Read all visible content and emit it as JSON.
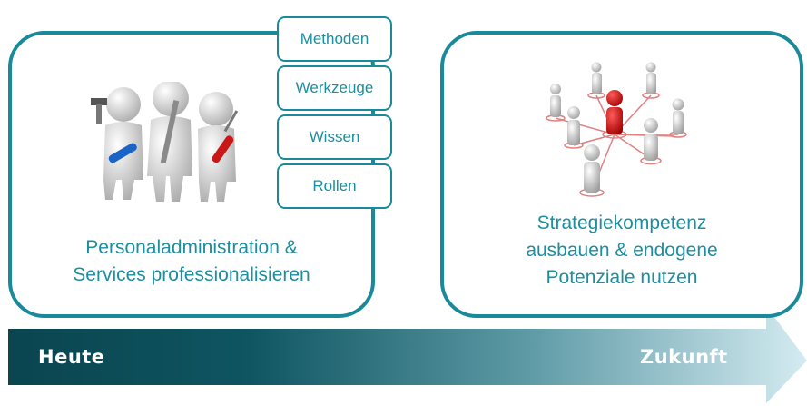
{
  "left_panel": {
    "text_lines": [
      "Personaladministration &",
      "Services professionalisieren"
    ],
    "illustration": "three-figures-with-tools"
  },
  "tags": [
    {
      "label": "Methoden"
    },
    {
      "label": "Werkzeuge"
    },
    {
      "label": "Wissen"
    },
    {
      "label": "Rollen"
    }
  ],
  "right_panel": {
    "text_lines": [
      "Strategiekompetenz",
      "ausbauen & endogene",
      "Potenziale nutzen"
    ],
    "illustration": "people-network-red-leader"
  },
  "timeline": {
    "start_label": "Heute",
    "end_label": "Zukunft"
  },
  "colors": {
    "accent": "#1a8a9a",
    "text": "#1b8fa1",
    "arrow_dark": "#0e4f5a",
    "arrow_light": "#cfe8ef",
    "highlight": "#c81818"
  }
}
